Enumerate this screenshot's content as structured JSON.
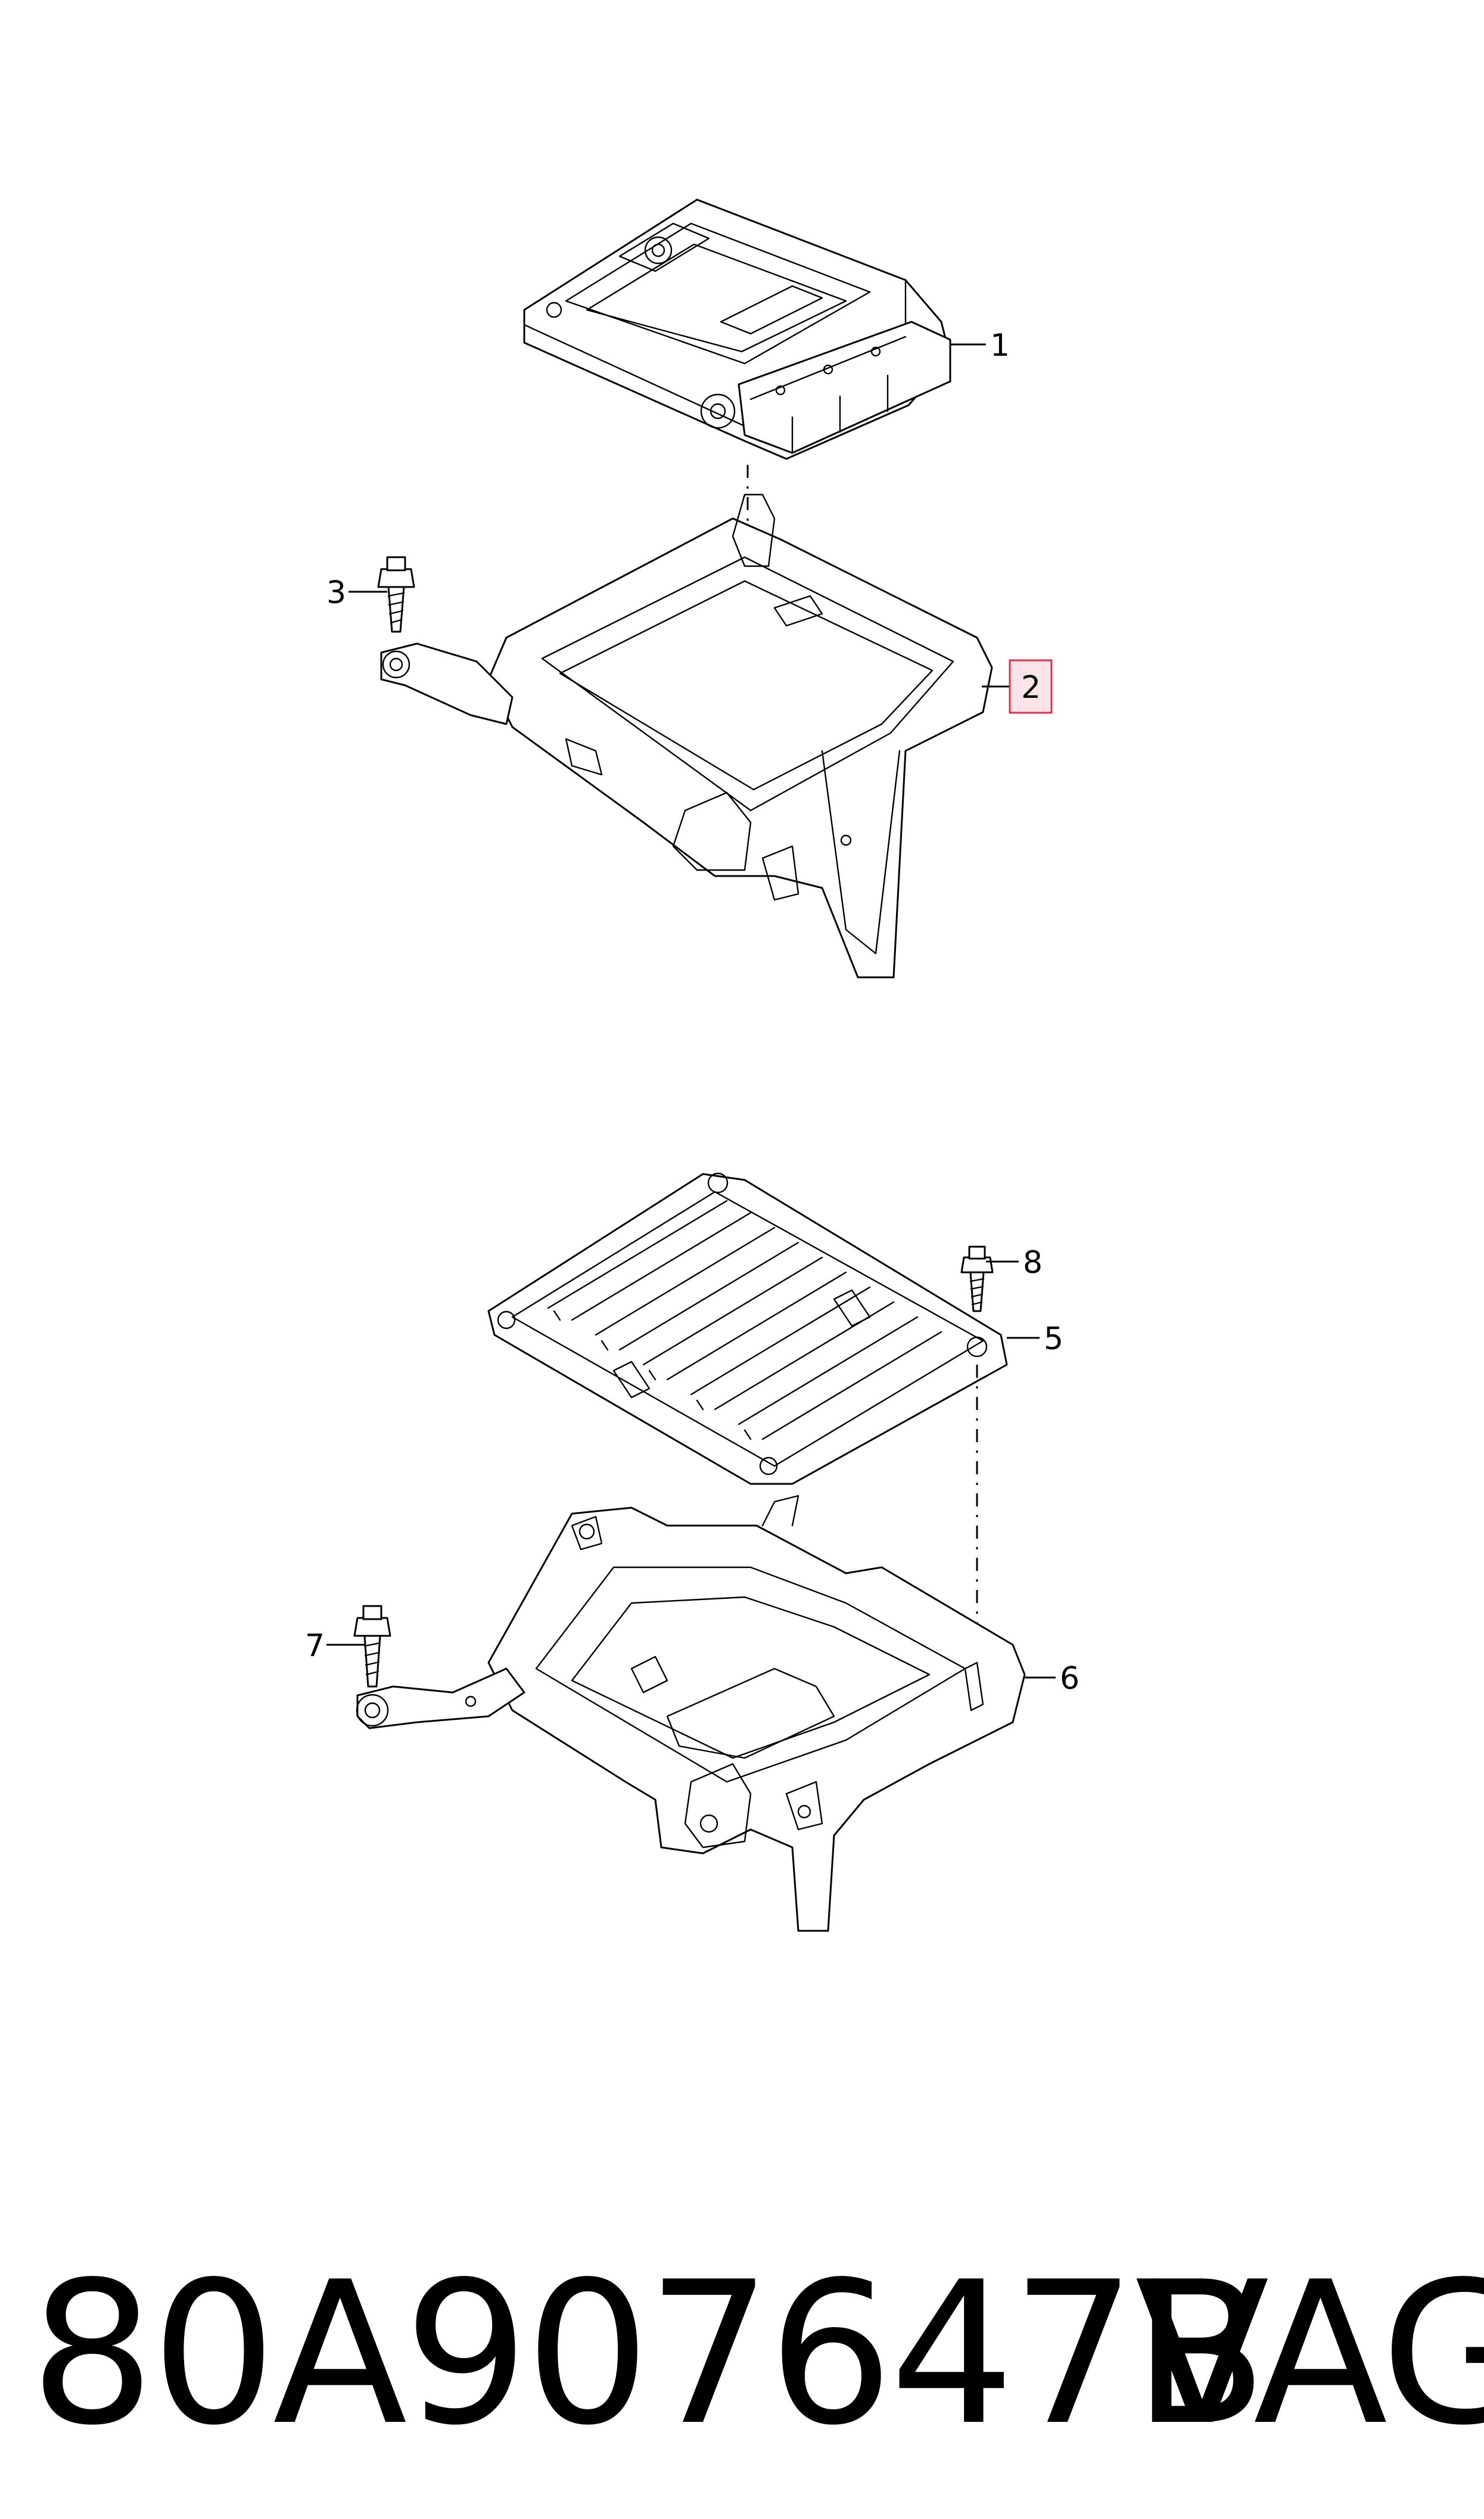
{
  "callouts": {
    "c1": "1",
    "c2": "2",
    "c3": "3",
    "c5": "5",
    "c6": "6",
    "c7": "7",
    "c8": "8"
  },
  "highlight_color": "#e0304d",
  "footer": {
    "part_number": "80A907647B",
    "brand": "VAG"
  }
}
